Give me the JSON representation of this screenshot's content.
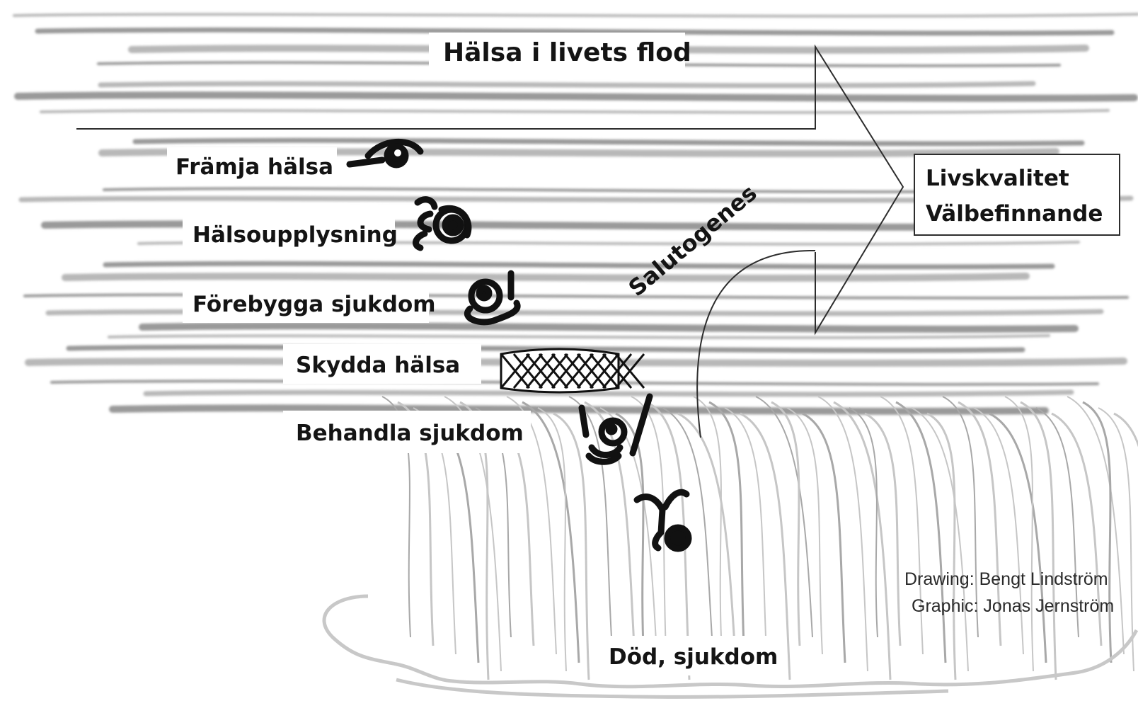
{
  "title": "Hälsa i livets flod",
  "levels": [
    {
      "label": "Främja hälsa",
      "icon": "swimmer-floating-icon"
    },
    {
      "label": "Hälsoupplysning",
      "icon": "swimmer-paddling-icon"
    },
    {
      "label": "Förebygga sjukdom",
      "icon": "swimmer-with-ring-icon"
    },
    {
      "label": "Skydda hälsa",
      "icon": "safety-net-icon"
    },
    {
      "label": "Behandla sjukdom",
      "icon": "swimmer-struggling-icon"
    }
  ],
  "curve_label": "Salutogenes",
  "outcome": {
    "line1": "Livskvalitet",
    "line2": "Välbefinnande"
  },
  "bottom_label": "Död, sjukdom",
  "credits": {
    "drawing": "Drawing: Bengt Lindström",
    "graphic": "Graphic: Jonas Jernström"
  },
  "colors": {
    "ink": "#141414",
    "river": "#8c8c8c",
    "waterfall": "#b4b4b4"
  }
}
